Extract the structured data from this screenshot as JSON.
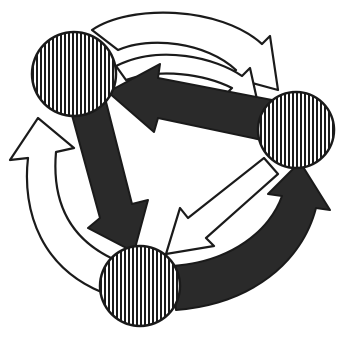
{
  "diagram": {
    "colors": {
      "background": "#ffffff",
      "ink": "#1a1a1a",
      "dark_arrow": "#2a2a2a",
      "open_arrow": "#ffffff"
    },
    "nodes": [
      {
        "id": "node-top-left",
        "pattern": "vertical-hatch"
      },
      {
        "id": "node-right",
        "pattern": "vertical-hatch"
      },
      {
        "id": "node-bottom",
        "pattern": "vertical-hatch"
      }
    ],
    "arrows": [
      {
        "id": "arrow-right-to-top-left",
        "from": "node-right",
        "to": "node-top-left",
        "style": "dark"
      },
      {
        "id": "arrow-top-left-to-bottom",
        "from": "node-top-left",
        "to": "node-bottom",
        "style": "dark"
      },
      {
        "id": "arrow-bottom-to-right",
        "from": "node-bottom",
        "to": "node-right",
        "style": "dark"
      },
      {
        "id": "arrow-top-left-to-right-outer",
        "from": "node-top-left",
        "to": "node-right",
        "style": "open"
      },
      {
        "id": "arrow-top-left-to-right-inner",
        "from": "node-top-left",
        "to": "node-right",
        "style": "open"
      },
      {
        "id": "arrow-right-to-bottom",
        "from": "node-right",
        "to": "node-bottom",
        "style": "open"
      },
      {
        "id": "arrow-bottom-to-top-left",
        "from": "node-bottom",
        "to": "node-top-left",
        "style": "open"
      }
    ]
  }
}
